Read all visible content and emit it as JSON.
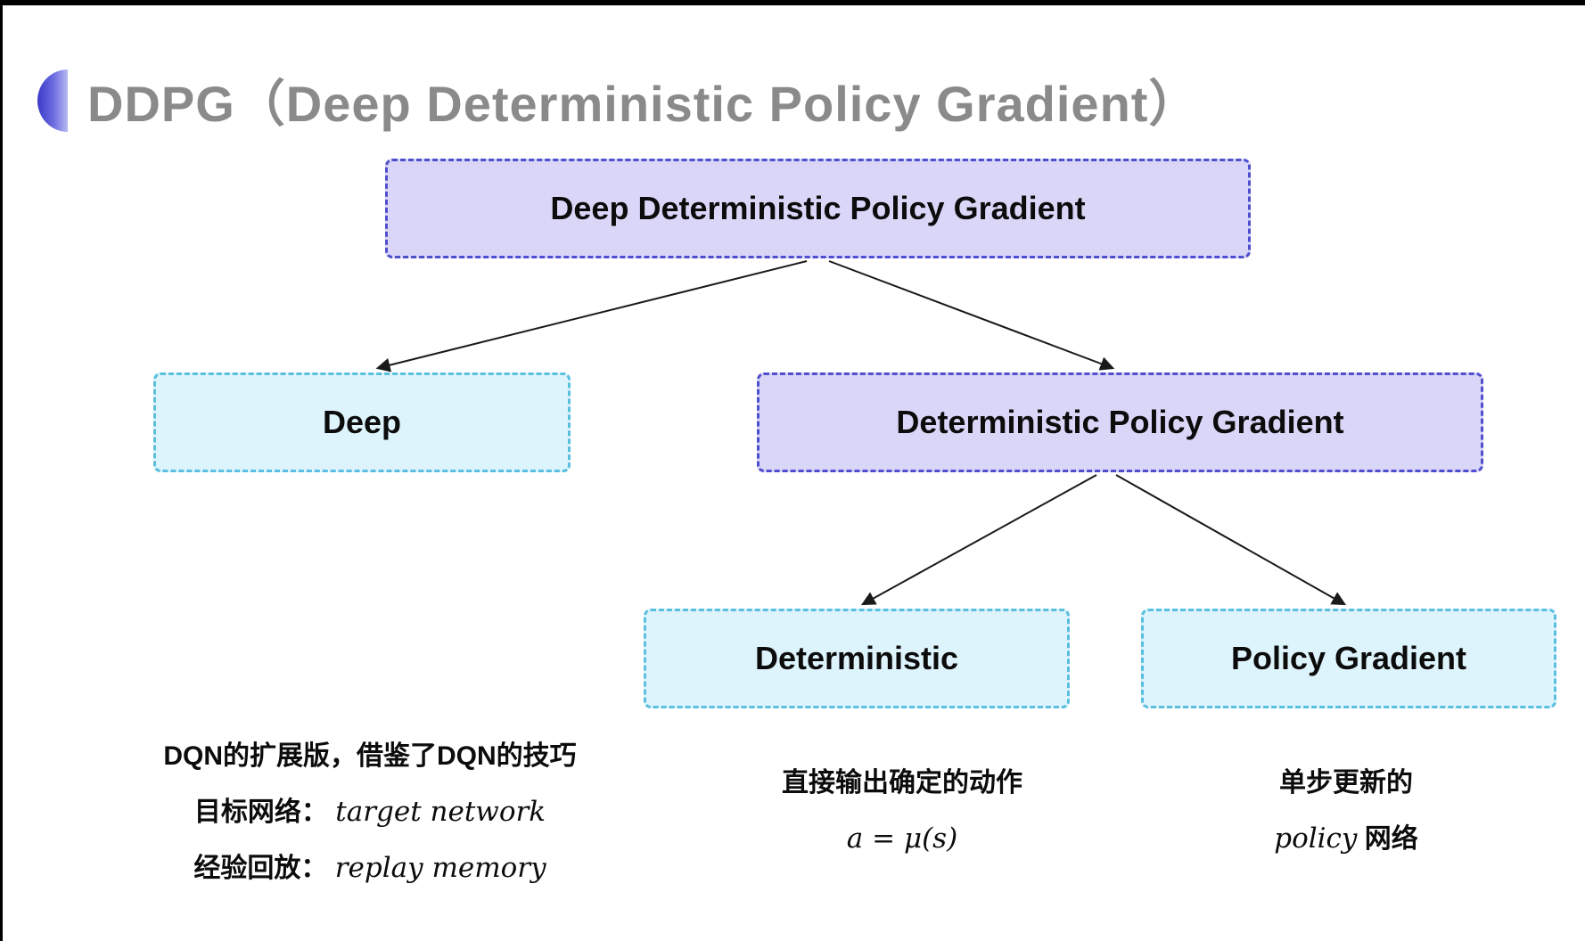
{
  "title": {
    "text": "DDPG（Deep Deterministic Policy Gradient）"
  },
  "nodes": {
    "root": {
      "label": "Deep Deterministic Policy Gradient"
    },
    "deep": {
      "label": "Deep"
    },
    "dpg": {
      "label": "Deterministic Policy Gradient"
    },
    "deterministic": {
      "label": "Deterministic"
    },
    "policy_gradient": {
      "label": "Policy Gradient"
    }
  },
  "annotations": {
    "deep_notes": {
      "line1": "DQN的扩展版，借鉴了DQN的技巧",
      "line2_label": "目标网络：",
      "line2_value": "target network",
      "line3_label": "经验回放：",
      "line3_value": "replay memory"
    },
    "deterministic_notes": {
      "line1": "直接输出确定的动作",
      "line2_formula": "a = μ(s)"
    },
    "policy_gradient_notes": {
      "line1": "单步更新的",
      "line2_italic": "policy",
      "line2_rest": " 网络"
    }
  },
  "colors": {
    "lavender_fill": "#dad6f8",
    "lavender_border": "#4f4fce",
    "cyan_fill": "#def4fc",
    "cyan_border": "#59bfde",
    "title_gray": "#8a8a8a",
    "bullet_gradient_start": "#3a39c9",
    "bullet_gradient_end": "#b9b9f4",
    "arrow": "#1a1a1a"
  }
}
